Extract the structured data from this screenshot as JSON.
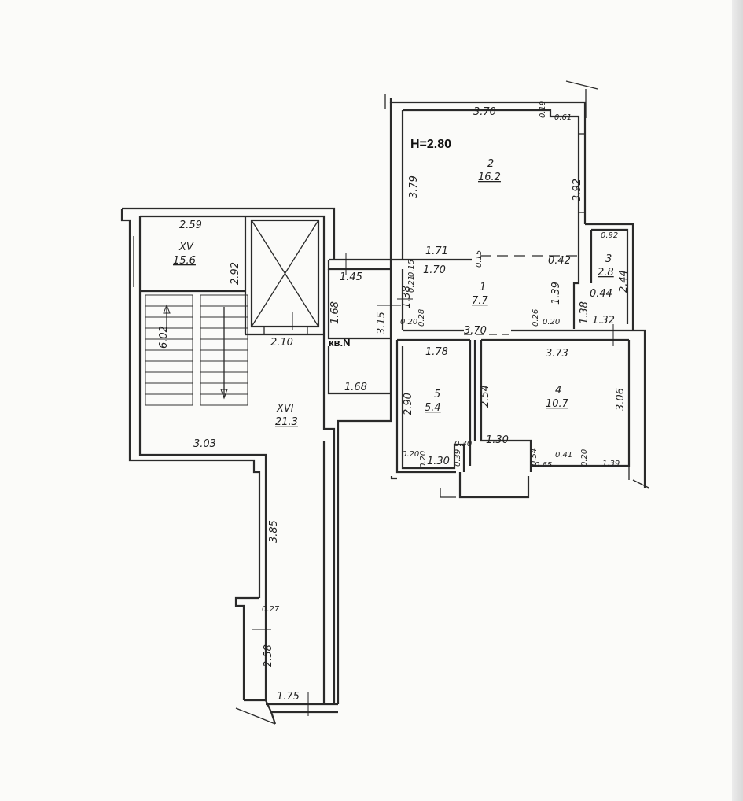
{
  "plan": {
    "ceiling_height": "H=2.80",
    "apartment_label": "кв.N",
    "rooms": [
      {
        "id": "room-2",
        "number": "2",
        "area": "16.2"
      },
      {
        "id": "room-1",
        "number": "1",
        "area": "7.7"
      },
      {
        "id": "room-3",
        "number": "3",
        "area": "2.8"
      },
      {
        "id": "room-4",
        "number": "4",
        "area": "10.7"
      },
      {
        "id": "room-5",
        "number": "5",
        "area": "5.4"
      },
      {
        "id": "room-xv",
        "number": "XV",
        "area": "15.6"
      },
      {
        "id": "room-xvi",
        "number": "XVI",
        "area": "21.3"
      }
    ],
    "dimensions": {
      "d_3_70_top": "3.70",
      "d_0_19": "0.19",
      "d_0_61": "0.61",
      "d_3_79": "3.79",
      "d_3_92": "3.92",
      "d_0_92": "0.92",
      "d_1_71": "1.71",
      "d_0_15a": "0.15",
      "d_0_42": "0.42",
      "d_2_44": "2.44",
      "d_1_70": "1.70",
      "d_1_39a": "1.39",
      "d_0_44": "0.44",
      "d_1_38a": "1.38",
      "d_1_32": "1.32",
      "d_0_26": "0.26",
      "d_0_20a": "0.20",
      "d_3_70_mid": "3.70",
      "d_1_38b": "1.38",
      "d_0_21": "0.21",
      "d_0_15b": "0.15",
      "d_0_20b": "0.20",
      "d_0_28": "0.28",
      "d_1_78": "1.78",
      "d_3_73": "3.73",
      "d_2_90": "2.90",
      "d_2_54": "2.54",
      "d_3_06": "3.06",
      "d_1_30a": "1.30",
      "d_0_30": "0.30",
      "d_0_20c": "0.20",
      "d_0_20d": "0.20",
      "d_1_30b": "1.30",
      "d_0_39": "0.39",
      "d_0_54": "0.54",
      "d_0_41": "0.41",
      "d_0_20e": "0.20",
      "d_0_65": "0.65",
      "d_1_39b": "1.39",
      "d_2_59": "2.59",
      "d_2_92": "2.92",
      "d_1_45": "1.45",
      "d_1_68a": "1.68",
      "d_3_15": "3.15",
      "d_6_02": "6.02",
      "d_2_10": "2.10",
      "d_1_68b": "1.68",
      "d_3_03": "3.03",
      "d_3_85": "3.85",
      "d_0_27": "0.27",
      "d_2_58": "2.58",
      "d_1_75": "1.75"
    }
  }
}
